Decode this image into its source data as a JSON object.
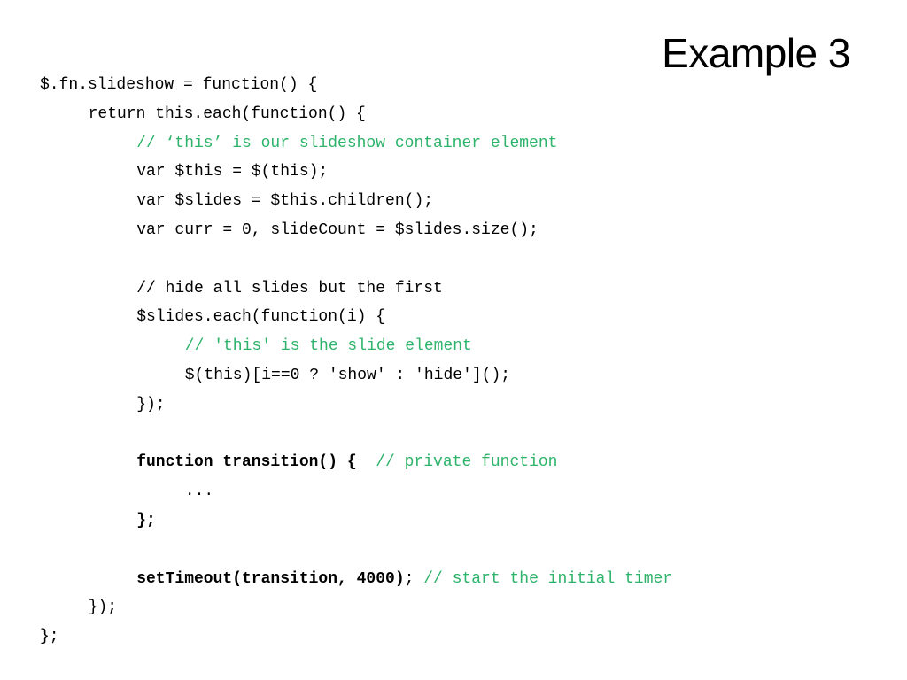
{
  "slide": {
    "title": "Example 3",
    "comment_color": "#2db36a",
    "code_lines": [
      {
        "indent": 0,
        "segments": [
          {
            "text": "$.fn.slideshow = function() {",
            "style": "normal"
          }
        ]
      },
      {
        "indent": 1,
        "segments": [
          {
            "text": "return this.each(function() {",
            "style": "normal"
          }
        ]
      },
      {
        "indent": 2,
        "segments": [
          {
            "text": "// ‘this’ is our slideshow container element",
            "style": "comment"
          }
        ]
      },
      {
        "indent": 2,
        "segments": [
          {
            "text": "var $this = $(this);",
            "style": "normal"
          }
        ]
      },
      {
        "indent": 2,
        "segments": [
          {
            "text": "var $slides = $this.children();",
            "style": "normal"
          }
        ]
      },
      {
        "indent": 2,
        "segments": [
          {
            "text": "var curr = 0, slideCount = $slides.size();",
            "style": "normal"
          }
        ]
      },
      {
        "indent": 0,
        "segments": []
      },
      {
        "indent": 2,
        "segments": [
          {
            "text": "// hide all slides but the first",
            "style": "normal"
          }
        ]
      },
      {
        "indent": 2,
        "segments": [
          {
            "text": "$slides.each(function(i) {",
            "style": "normal"
          }
        ]
      },
      {
        "indent": 3,
        "segments": [
          {
            "text": "// 'this' is the slide element",
            "style": "comment"
          }
        ]
      },
      {
        "indent": 3,
        "segments": [
          {
            "text": "$(this)[i==0 ? 'show' : 'hide']();",
            "style": "normal"
          }
        ]
      },
      {
        "indent": 2,
        "segments": [
          {
            "text": "});",
            "style": "normal"
          }
        ]
      },
      {
        "indent": 0,
        "segments": []
      },
      {
        "indent": 2,
        "segments": [
          {
            "text": "function transition() {",
            "style": "bold"
          },
          {
            "text": "  ",
            "style": "normal"
          },
          {
            "text": "// private function",
            "style": "comment"
          }
        ]
      },
      {
        "indent": 3,
        "segments": [
          {
            "text": "...",
            "style": "normal"
          }
        ]
      },
      {
        "indent": 2,
        "segments": [
          {
            "text": "};",
            "style": "bold"
          }
        ]
      },
      {
        "indent": 0,
        "segments": []
      },
      {
        "indent": 2,
        "segments": [
          {
            "text": "setTimeout(transition, 4000)",
            "style": "bold"
          },
          {
            "text": "; ",
            "style": "normal"
          },
          {
            "text": "// start the initial timer",
            "style": "comment"
          }
        ]
      },
      {
        "indent": 1,
        "segments": [
          {
            "text": "});",
            "style": "normal"
          }
        ]
      },
      {
        "indent": 0,
        "segments": [
          {
            "text": "};",
            "style": "normal"
          }
        ]
      }
    ]
  }
}
